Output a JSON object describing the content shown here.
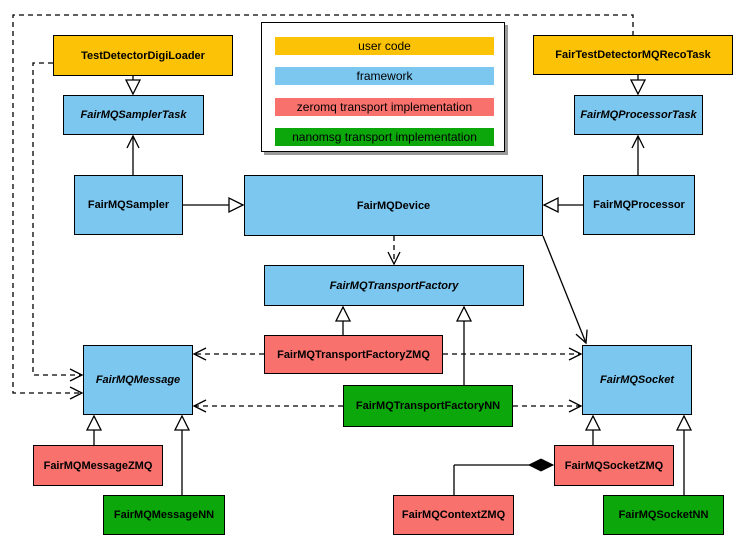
{
  "diagram": {
    "colors": {
      "user": "#FCC306",
      "framework": "#7CC7F0",
      "zeromq": "#F9716D",
      "nanomsg": "#0BA70B"
    },
    "nodes": {
      "testDetectorDigiLoader": {
        "label": "TestDetectorDigiLoader",
        "category": "user"
      },
      "fairTestDetectorMQRecoTask": {
        "label": "FairTestDetectorMQRecoTask",
        "category": "user"
      },
      "fairMQSamplerTask": {
        "label": "FairMQSamplerTask",
        "category": "framework",
        "abstract": true
      },
      "fairMQProcessorTask": {
        "label": "FairMQProcessorTask",
        "category": "framework",
        "abstract": true
      },
      "fairMQSampler": {
        "label": "FairMQSampler",
        "category": "framework"
      },
      "fairMQDevice": {
        "label": "FairMQDevice",
        "category": "framework"
      },
      "fairMQProcessor": {
        "label": "FairMQProcessor",
        "category": "framework"
      },
      "fairMQTransportFactory": {
        "label": "FairMQTransportFactory",
        "category": "framework",
        "abstract": true
      },
      "fairMQTransportFactoryZMQ": {
        "label": "FairMQTransportFactoryZMQ",
        "category": "zeromq"
      },
      "fairMQTransportFactoryNN": {
        "label": "FairMQTransportFactoryNN",
        "category": "nanomsg"
      },
      "fairMQMessage": {
        "label": "FairMQMessage",
        "category": "framework",
        "abstract": true
      },
      "fairMQSocket": {
        "label": "FairMQSocket",
        "category": "framework",
        "abstract": true
      },
      "fairMQMessageZMQ": {
        "label": "FairMQMessageZMQ",
        "category": "zeromq"
      },
      "fairMQMessageNN": {
        "label": "FairMQMessageNN",
        "category": "nanomsg"
      },
      "fairMQContextZMQ": {
        "label": "FairMQContextZMQ",
        "category": "zeromq"
      },
      "fairMQSocketZMQ": {
        "label": "FairMQSocketZMQ",
        "category": "zeromq"
      },
      "fairMQSocketNN": {
        "label": "FairMQSocketNN",
        "category": "nanomsg"
      }
    },
    "legend": {
      "items": [
        {
          "label": "user code",
          "color": "#FCC306"
        },
        {
          "label": "framework",
          "color": "#7CC7F0"
        },
        {
          "label": "zeromq transport implementation",
          "color": "#F9716D"
        },
        {
          "label": "nanomsg transport implementation",
          "color": "#0BA70B"
        }
      ]
    }
  }
}
